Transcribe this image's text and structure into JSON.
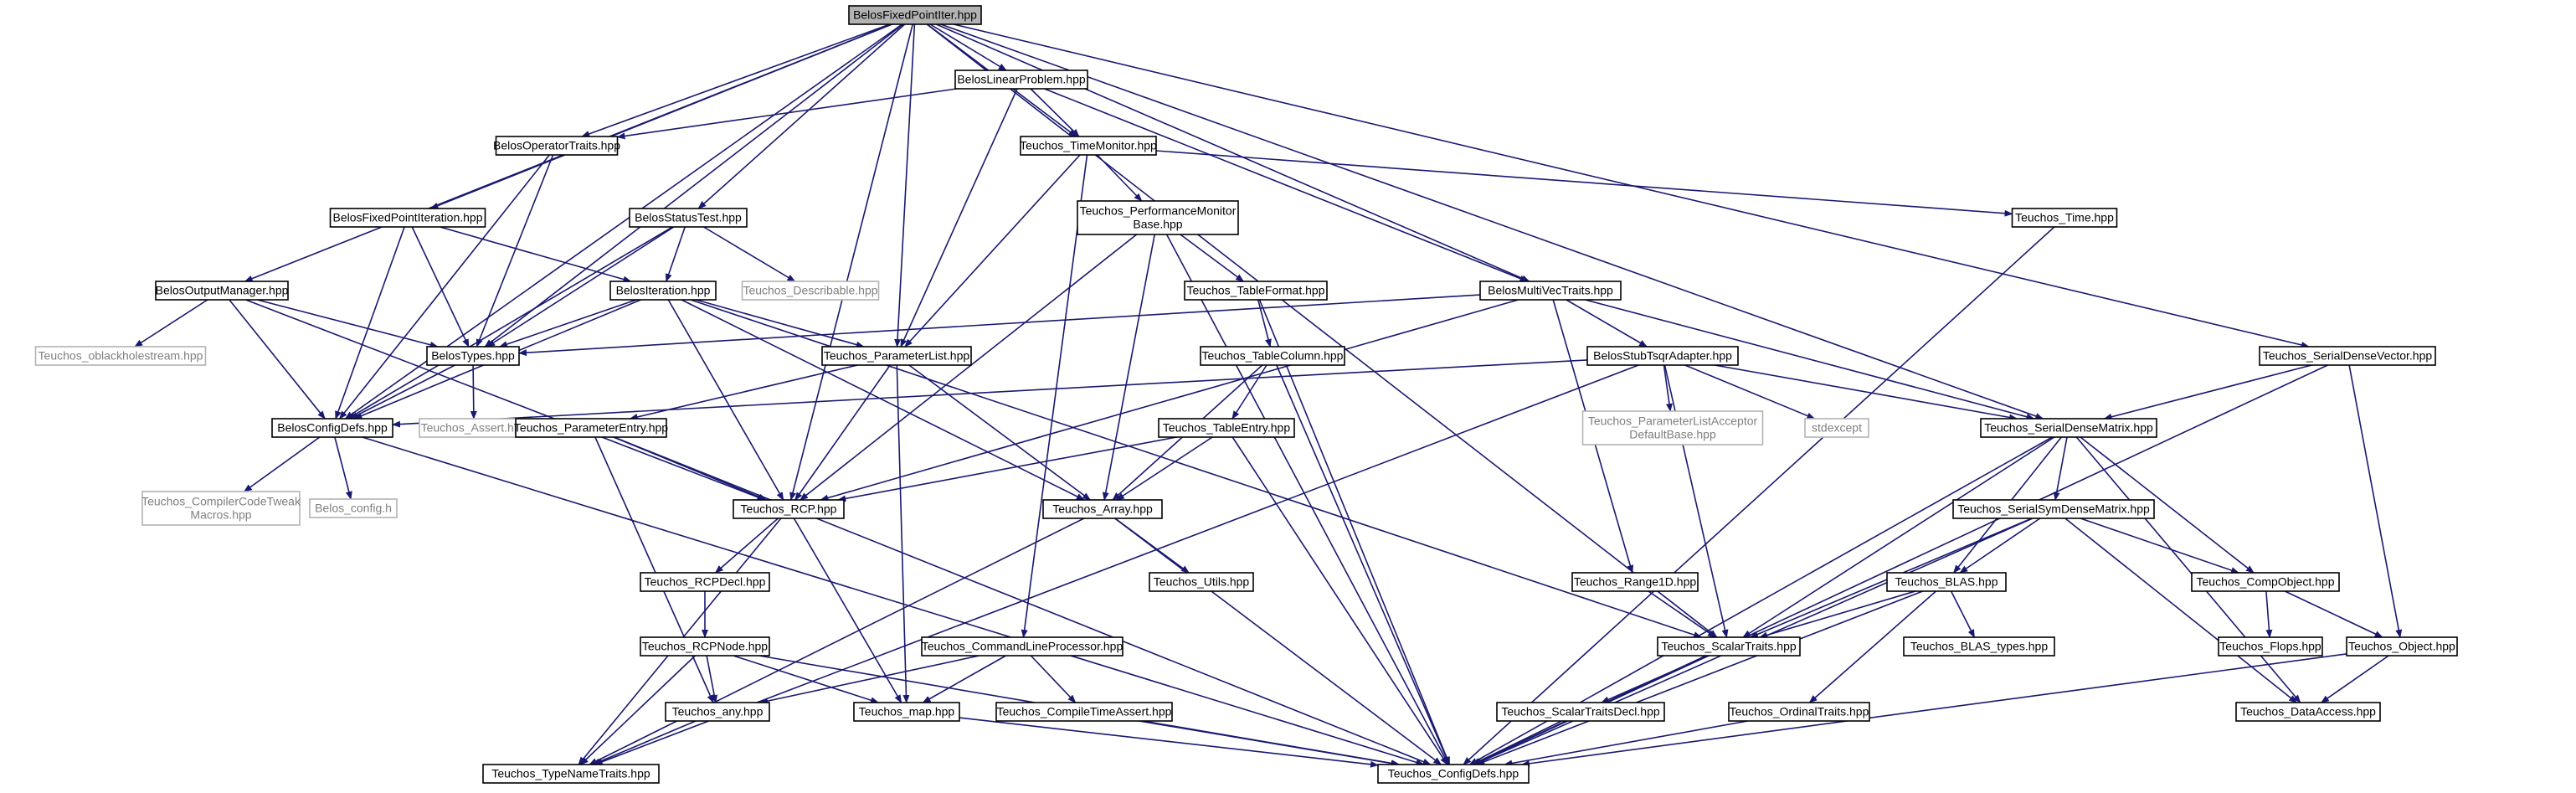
{
  "nodes": [
    {
      "id": "BelosFixedPointIter",
      "lines": [
        "BelosFixedPointIter.hpp"
      ],
      "root": true
    },
    {
      "id": "BelosLinearProblem",
      "lines": [
        "BelosLinearProblem.hpp"
      ]
    },
    {
      "id": "BelosOperatorTraits",
      "lines": [
        "BelosOperatorTraits.hpp"
      ]
    },
    {
      "id": "TimeMonitor",
      "lines": [
        "Teuchos_TimeMonitor.hpp"
      ]
    },
    {
      "id": "BelosFixedPointIteration",
      "lines": [
        "BelosFixedPointIteration.hpp"
      ]
    },
    {
      "id": "BelosStatusTest",
      "lines": [
        "BelosStatusTest.hpp"
      ]
    },
    {
      "id": "PerfMonitorBase",
      "lines": [
        "Teuchos_PerformanceMonitor",
        "Base.hpp"
      ]
    },
    {
      "id": "Time",
      "lines": [
        "Teuchos_Time.hpp"
      ]
    },
    {
      "id": "BelosOutputManager",
      "lines": [
        "BelosOutputManager.hpp"
      ]
    },
    {
      "id": "BelosIteration",
      "lines": [
        "BelosIteration.hpp"
      ]
    },
    {
      "id": "Describable",
      "lines": [
        "Teuchos_Describable.hpp"
      ],
      "ext": true
    },
    {
      "id": "TableFormat",
      "lines": [
        "Teuchos_TableFormat.hpp"
      ]
    },
    {
      "id": "BelosMultiVecTraits",
      "lines": [
        "BelosMultiVecTraits.hpp"
      ]
    },
    {
      "id": "oblackhole",
      "lines": [
        "Teuchos_oblackholestream.hpp"
      ],
      "ext": true
    },
    {
      "id": "BelosTypes",
      "lines": [
        "BelosTypes.hpp"
      ]
    },
    {
      "id": "ParameterList",
      "lines": [
        "Teuchos_ParameterList.hpp"
      ]
    },
    {
      "id": "TableColumn",
      "lines": [
        "Teuchos_TableColumn.hpp"
      ]
    },
    {
      "id": "BelosStubTsqr",
      "lines": [
        "BelosStubTsqrAdapter.hpp"
      ]
    },
    {
      "id": "SerialDenseVector",
      "lines": [
        "Teuchos_SerialDenseVector.hpp"
      ]
    },
    {
      "id": "BelosConfigDefs",
      "lines": [
        "BelosConfigDefs.hpp"
      ]
    },
    {
      "id": "Assert",
      "lines": [
        "Teuchos_Assert.hpp"
      ],
      "ext": true
    },
    {
      "id": "ParameterEntry",
      "lines": [
        "Teuchos_ParameterEntry.hpp"
      ]
    },
    {
      "id": "TableEntry",
      "lines": [
        "Teuchos_TableEntry.hpp"
      ]
    },
    {
      "id": "ParamListAcceptor",
      "lines": [
        "Teuchos_ParameterListAcceptor",
        "DefaultBase.hpp"
      ],
      "ext": true
    },
    {
      "id": "stdexcept",
      "lines": [
        "stdexcept"
      ],
      "ext": true
    },
    {
      "id": "SerialDenseMatrix",
      "lines": [
        "Teuchos_SerialDenseMatrix.hpp"
      ]
    },
    {
      "id": "CompilerCodeTweak",
      "lines": [
        "Teuchos_CompilerCodeTweak",
        "Macros.hpp"
      ],
      "ext": true
    },
    {
      "id": "Belos_config",
      "lines": [
        "Belos_config.h"
      ],
      "ext": true
    },
    {
      "id": "RCP",
      "lines": [
        "Teuchos_RCP.hpp"
      ]
    },
    {
      "id": "Array",
      "lines": [
        "Teuchos_Array.hpp"
      ]
    },
    {
      "id": "SerialSymDenseMatrix",
      "lines": [
        "Teuchos_SerialSymDenseMatrix.hpp"
      ]
    },
    {
      "id": "RCPDecl",
      "lines": [
        "Teuchos_RCPDecl.hpp"
      ]
    },
    {
      "id": "Utils",
      "lines": [
        "Teuchos_Utils.hpp"
      ]
    },
    {
      "id": "RangeID",
      "lines": [
        "Teuchos_Range1D.hpp"
      ]
    },
    {
      "id": "BLAS",
      "lines": [
        "Teuchos_BLAS.hpp"
      ]
    },
    {
      "id": "CompObject",
      "lines": [
        "Teuchos_CompObject.hpp"
      ]
    },
    {
      "id": "RCPNode",
      "lines": [
        "Teuchos_RCPNode.hpp"
      ]
    },
    {
      "id": "CommandLineProcessor",
      "lines": [
        "Teuchos_CommandLineProcessor.hpp"
      ]
    },
    {
      "id": "ScalarTraits",
      "lines": [
        "Teuchos_ScalarTraits.hpp"
      ]
    },
    {
      "id": "BLAS_types",
      "lines": [
        "Teuchos_BLAS_types.hpp"
      ]
    },
    {
      "id": "Flops",
      "lines": [
        "Teuchos_Flops.hpp"
      ]
    },
    {
      "id": "Object",
      "lines": [
        "Teuchos_Object.hpp"
      ]
    },
    {
      "id": "any",
      "lines": [
        "Teuchos_any.hpp"
      ]
    },
    {
      "id": "map",
      "lines": [
        "Teuchos_map.hpp"
      ]
    },
    {
      "id": "CompileTimeAssert",
      "lines": [
        "Teuchos_CompileTimeAssert.hpp"
      ]
    },
    {
      "id": "ScalarTraitsDecl",
      "lines": [
        "Teuchos_ScalarTraitsDecl.hpp"
      ]
    },
    {
      "id": "OrdinalTraits",
      "lines": [
        "Teuchos_OrdinalTraits.hpp"
      ]
    },
    {
      "id": "DataAccess",
      "lines": [
        "Teuchos_DataAccess.hpp"
      ]
    },
    {
      "id": "TypeNameTraits",
      "lines": [
        "Teuchos_TypeNameTraits.hpp"
      ]
    },
    {
      "id": "ConfigDefs",
      "lines": [
        "Teuchos_ConfigDefs.hpp"
      ]
    }
  ],
  "edges": [
    [
      "BelosFixedPointIter",
      "BelosLinearProblem"
    ],
    [
      "BelosFixedPointIter",
      "BelosOperatorTraits"
    ],
    [
      "BelosFixedPointIter",
      "TimeMonitor"
    ],
    [
      "BelosFixedPointIter",
      "BelosFixedPointIteration"
    ],
    [
      "BelosFixedPointIter",
      "BelosStatusTest"
    ],
    [
      "BelosFixedPointIter",
      "BelosOutputManager"
    ],
    [
      "BelosFixedPointIter",
      "BelosMultiVecTraits"
    ],
    [
      "BelosFixedPointIter",
      "BelosTypes"
    ],
    [
      "BelosFixedPointIter",
      "ParameterList"
    ],
    [
      "BelosFixedPointIter",
      "SerialDenseVector"
    ],
    [
      "BelosFixedPointIter",
      "SerialDenseMatrix"
    ],
    [
      "BelosFixedPointIter",
      "BelosConfigDefs"
    ],
    [
      "BelosFixedPointIter",
      "ScalarTraits"
    ],
    [
      "BelosFixedPointIter",
      "RCP"
    ],
    [
      "BelosLinearProblem",
      "BelosOperatorTraits"
    ],
    [
      "BelosLinearProblem",
      "TimeMonitor"
    ],
    [
      "BelosLinearProblem",
      "BelosMultiVecTraits"
    ],
    [
      "BelosLinearProblem",
      "ParameterList"
    ],
    [
      "BelosOperatorTraits",
      "BelosTypes"
    ],
    [
      "BelosOperatorTraits",
      "BelosConfigDefs"
    ],
    [
      "TimeMonitor",
      "PerfMonitorBase"
    ],
    [
      "TimeMonitor",
      "Time"
    ],
    [
      "TimeMonitor",
      "ParameterList"
    ],
    [
      "TimeMonitor",
      "CommandLineProcessor"
    ],
    [
      "BelosFixedPointIteration",
      "BelosIteration"
    ],
    [
      "BelosFixedPointIteration",
      "BelosTypes"
    ],
    [
      "BelosFixedPointIteration",
      "BelosConfigDefs"
    ],
    [
      "BelosStatusTest",
      "BelosIteration"
    ],
    [
      "BelosStatusTest",
      "Describable"
    ],
    [
      "BelosStatusTest",
      "BelosTypes"
    ],
    [
      "BelosStatusTest",
      "BelosConfigDefs"
    ],
    [
      "PerfMonitorBase",
      "TableFormat"
    ],
    [
      "PerfMonitorBase",
      "RCP"
    ],
    [
      "PerfMonitorBase",
      "Array"
    ],
    [
      "PerfMonitorBase",
      "ConfigDefs"
    ],
    [
      "Time",
      "ConfigDefs"
    ],
    [
      "BelosOutputManager",
      "oblackhole"
    ],
    [
      "BelosOutputManager",
      "BelosTypes"
    ],
    [
      "BelosOutputManager",
      "BelosConfigDefs"
    ],
    [
      "BelosOutputManager",
      "RCP"
    ],
    [
      "BelosIteration",
      "BelosTypes"
    ],
    [
      "BelosIteration",
      "ParameterList"
    ],
    [
      "BelosIteration",
      "BelosConfigDefs"
    ],
    [
      "BelosIteration",
      "RCP"
    ],
    [
      "BelosIteration",
      "Array"
    ],
    [
      "BelosIteration",
      "ScalarTraits"
    ],
    [
      "TableFormat",
      "TableColumn"
    ],
    [
      "TableFormat",
      "ConfigDefs"
    ],
    [
      "BelosMultiVecTraits",
      "BelosTypes"
    ],
    [
      "BelosMultiVecTraits",
      "BelosStubTsqr"
    ],
    [
      "BelosMultiVecTraits",
      "SerialDenseMatrix"
    ],
    [
      "BelosMultiVecTraits",
      "RangeID"
    ],
    [
      "BelosMultiVecTraits",
      "RCP"
    ],
    [
      "BelosTypes",
      "BelosConfigDefs"
    ],
    [
      "BelosTypes",
      "Assert"
    ],
    [
      "ParameterList",
      "ParameterEntry"
    ],
    [
      "ParameterList",
      "RCP"
    ],
    [
      "ParameterList",
      "Array"
    ],
    [
      "ParameterList",
      "map"
    ],
    [
      "TableColumn",
      "TableEntry"
    ],
    [
      "TableColumn",
      "Array"
    ],
    [
      "TableColumn",
      "ConfigDefs"
    ],
    [
      "BelosStubTsqr",
      "BelosConfigDefs"
    ],
    [
      "BelosStubTsqr",
      "ParamListAcceptor"
    ],
    [
      "BelosStubTsqr",
      "stdexcept"
    ],
    [
      "BelosStubTsqr",
      "SerialDenseMatrix"
    ],
    [
      "BelosStubTsqr",
      "ScalarTraits"
    ],
    [
      "BelosStubTsqr",
      "TypeNameTraits"
    ],
    [
      "SerialDenseVector",
      "SerialDenseMatrix"
    ],
    [
      "SerialDenseVector",
      "Object"
    ],
    [
      "SerialDenseVector",
      "ConfigDefs"
    ],
    [
      "BelosConfigDefs",
      "CompilerCodeTweak"
    ],
    [
      "BelosConfigDefs",
      "Belos_config"
    ],
    [
      "BelosConfigDefs",
      "ConfigDefs"
    ],
    [
      "ParameterEntry",
      "RCP"
    ],
    [
      "ParameterEntry",
      "any"
    ],
    [
      "ParameterEntry",
      "ConfigDefs"
    ],
    [
      "TableEntry",
      "RCP"
    ],
    [
      "TableEntry",
      "Array"
    ],
    [
      "TableEntry",
      "ConfigDefs"
    ],
    [
      "SerialDenseMatrix",
      "SerialSymDenseMatrix"
    ],
    [
      "SerialDenseMatrix",
      "BLAS"
    ],
    [
      "SerialDenseMatrix",
      "CompObject"
    ],
    [
      "SerialDenseMatrix",
      "ScalarTraits"
    ],
    [
      "SerialDenseMatrix",
      "DataAccess"
    ],
    [
      "SerialDenseMatrix",
      "ConfigDefs"
    ],
    [
      "RCP",
      "RCPDecl"
    ],
    [
      "RCP",
      "map"
    ],
    [
      "RCP",
      "TypeNameTraits"
    ],
    [
      "Array",
      "Utils"
    ],
    [
      "Array",
      "TypeNameTraits"
    ],
    [
      "Array",
      "ConfigDefs"
    ],
    [
      "SerialSymDenseMatrix",
      "BLAS"
    ],
    [
      "SerialSymDenseMatrix",
      "CompObject"
    ],
    [
      "SerialSymDenseMatrix",
      "ScalarTraits"
    ],
    [
      "SerialSymDenseMatrix",
      "DataAccess"
    ],
    [
      "SerialSymDenseMatrix",
      "ConfigDefs"
    ],
    [
      "RCPDecl",
      "RCPNode"
    ],
    [
      "RangeID",
      "ScalarTraits"
    ],
    [
      "BLAS",
      "BLAS_types"
    ],
    [
      "BLAS",
      "ScalarTraits"
    ],
    [
      "BLAS",
      "OrdinalTraits"
    ],
    [
      "BLAS",
      "ConfigDefs"
    ],
    [
      "CompObject",
      "Flops"
    ],
    [
      "CompObject",
      "Object"
    ],
    [
      "RCPNode",
      "any"
    ],
    [
      "RCPNode",
      "map"
    ],
    [
      "RCPNode",
      "TypeNameTraits"
    ],
    [
      "RCPNode",
      "ConfigDefs"
    ],
    [
      "CommandLineProcessor",
      "any"
    ],
    [
      "CommandLineProcessor",
      "map"
    ],
    [
      "CommandLineProcessor",
      "CompileTimeAssert"
    ],
    [
      "ScalarTraits",
      "ScalarTraitsDecl"
    ],
    [
      "ScalarTraits",
      "ConfigDefs"
    ],
    [
      "Object",
      "DataAccess"
    ],
    [
      "Object",
      "ConfigDefs"
    ],
    [
      "any",
      "TypeNameTraits"
    ],
    [
      "map",
      "ConfigDefs"
    ],
    [
      "CompileTimeAssert",
      "ConfigDefs"
    ],
    [
      "ScalarTraitsDecl",
      "ConfigDefs"
    ],
    [
      "OrdinalTraits",
      "ConfigDefs"
    ]
  ]
}
